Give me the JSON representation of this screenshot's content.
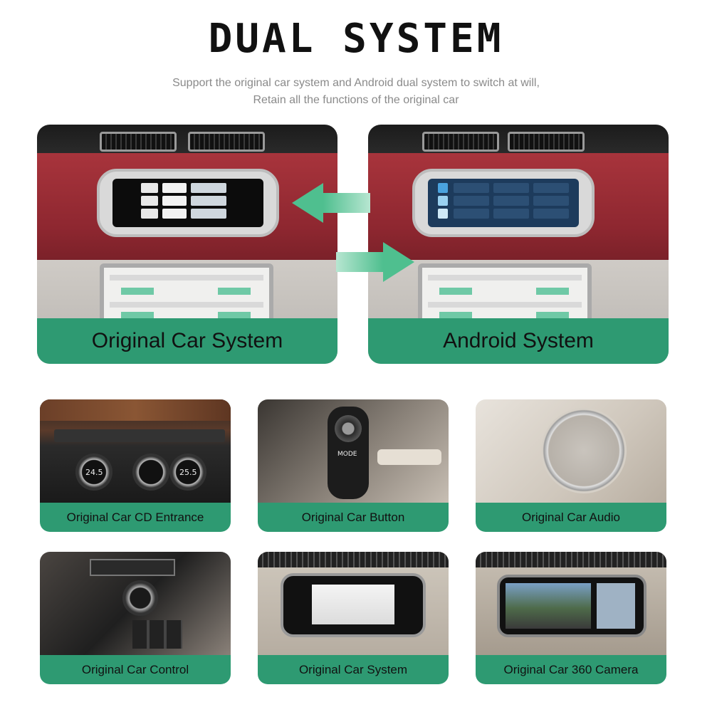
{
  "header": {
    "title": "DUAL SYSTEM",
    "subtitle_line1": "Support the original car system and Android dual system to switch at will,",
    "subtitle_line2": "Retain all the functions of the original car"
  },
  "panels": {
    "left_label": "Original Car System",
    "right_label": "Android System"
  },
  "cards": [
    {
      "label": "Original Car CD Entrance"
    },
    {
      "label": "Original Car Button"
    },
    {
      "label": "Original Car Audio"
    },
    {
      "label": "Original Car Control"
    },
    {
      "label": "Original Car System"
    },
    {
      "label": "Original Car 360 Camera"
    }
  ],
  "colors": {
    "accent_green": "#2e9a72",
    "arrow_green": "#5fc49a",
    "leather_red": "#a8343c"
  },
  "photo_text": {
    "temp_left": "24.5",
    "temp_right": "25.5",
    "mode_button": "MODE"
  }
}
